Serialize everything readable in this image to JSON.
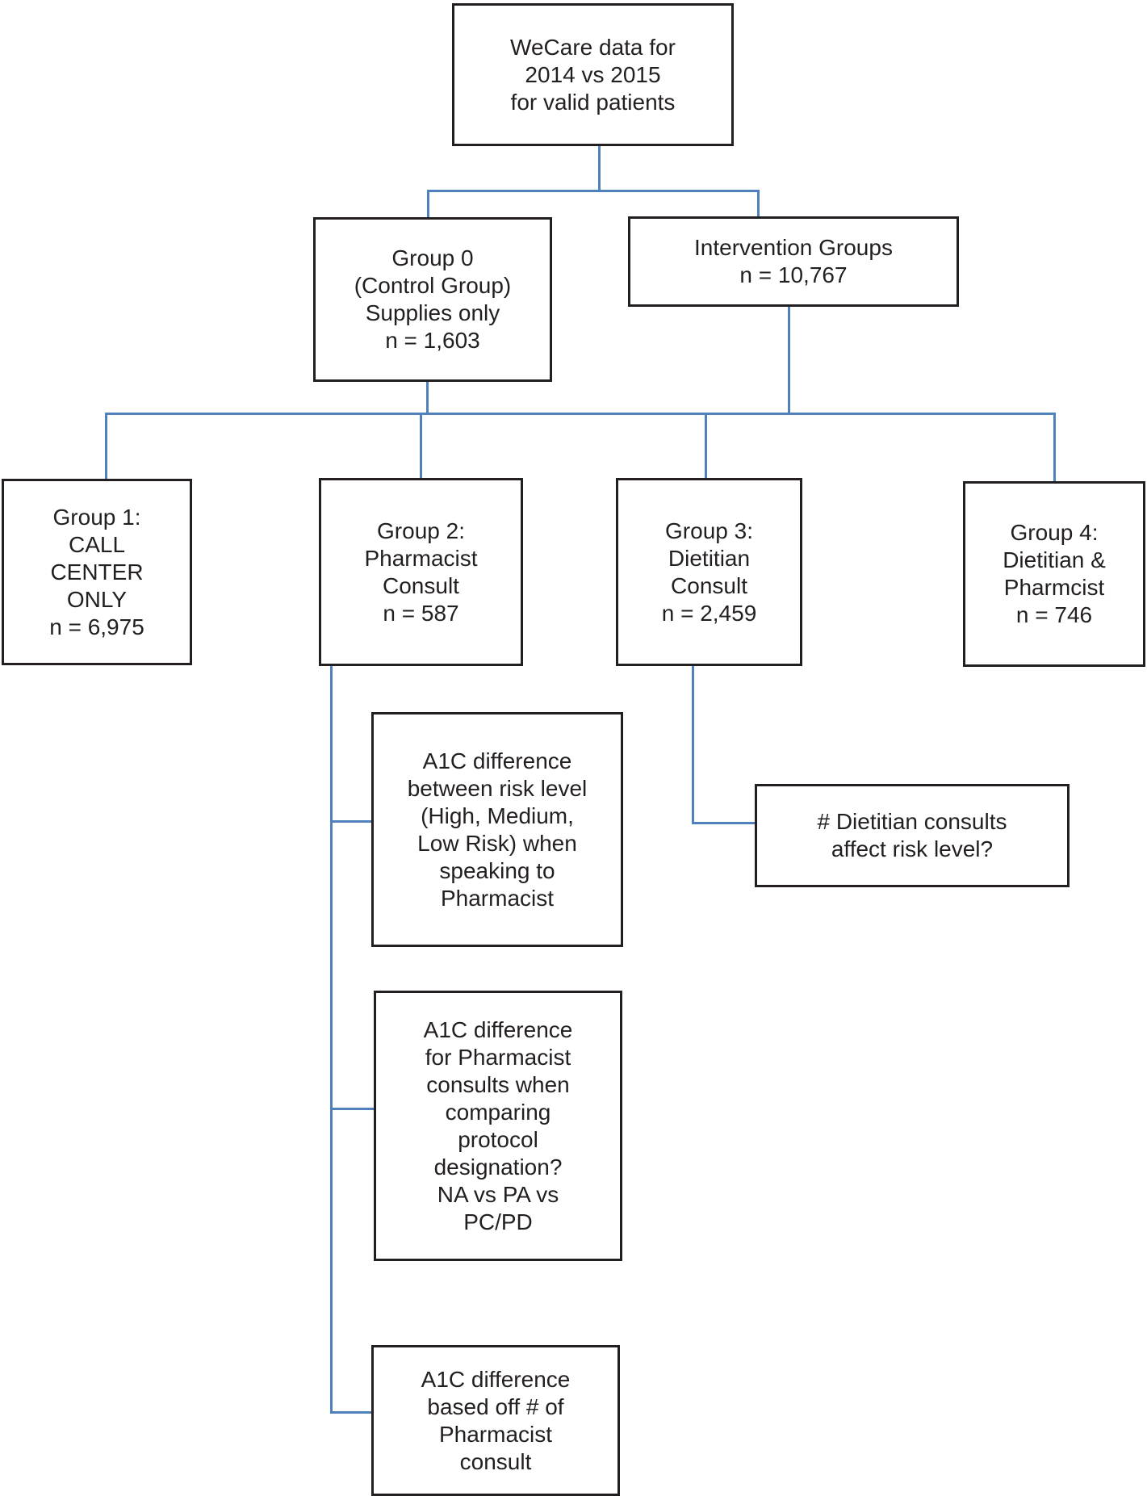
{
  "diagram": {
    "title": "WeCare data for 2014 vs 2015 for valid patients",
    "type": "flowchart"
  },
  "colors": {
    "connector_blue": "#4f81bd",
    "box_border": "#231f20",
    "text": "#231f20",
    "background": "#ffffff"
  },
  "nodes": {
    "root": {
      "id": "root",
      "text": "WeCare data for 2014 vs 2015 for valid patients",
      "text_lines": [
        "WeCare data for",
        "2014 vs 2015",
        "for valid patients"
      ]
    },
    "group0": {
      "id": "group0",
      "text": "Group 0 (Control Group) Supplies only n = 1,603",
      "text_lines": [
        "Group 0",
        "(Control Group)",
        "Supplies only",
        "n = 1,603"
      ],
      "n": "1,603"
    },
    "intervention": {
      "id": "intervention",
      "text": "Intervention Groups n = 10,767",
      "text_lines": [
        "Intervention Groups",
        "n = 10,767"
      ],
      "n": "10,767"
    },
    "group1": {
      "id": "group1",
      "text": "Group 1: CALL CENTER ONLY n = 6,975",
      "text_lines": [
        "Group 1:",
        "CALL",
        "CENTER",
        "ONLY",
        "n = 6,975"
      ],
      "n": "6,975"
    },
    "group2": {
      "id": "group2",
      "text": "Group 2: Pharmacist Consult n = 587",
      "text_lines": [
        "Group 2:",
        "Pharmacist",
        "Consult",
        "n = 587"
      ],
      "n": "587"
    },
    "group3": {
      "id": "group3",
      "text": "Group 3: Dietitian Consult n = 2,459",
      "text_lines": [
        "Group 3:",
        "Dietitian",
        "Consult",
        "n = 2,459"
      ],
      "n": "2,459"
    },
    "group4": {
      "id": "group4",
      "text": "Group 4: Dietitian & Pharmcist n = 746",
      "text_lines": [
        "Group 4:",
        "Dietitian &",
        "Pharmcist",
        "n = 746"
      ],
      "n": "746"
    },
    "q_risk_level": {
      "id": "q_risk_level",
      "text": "A1C difference between risk level (High, Medium, Low Risk) when speaking to Pharmacist",
      "text_lines": [
        "A1C difference",
        "between risk level",
        "(High, Medium,",
        "Low Risk) when",
        "speaking to",
        "Pharmacist"
      ]
    },
    "q_protocol": {
      "id": "q_protocol",
      "text": "A1C difference for Pharmacist consults when comparing protocol designation? NA vs PA vs PC/PD",
      "text_lines": [
        "A1C difference",
        "for Pharmacist",
        "consults when",
        "comparing",
        "protocol",
        "designation?",
        "NA vs PA vs",
        "PC/PD"
      ]
    },
    "q_num_consults": {
      "id": "q_num_consults",
      "text": "A1C difference based off # of Pharmacist consult",
      "text_lines": [
        "A1C difference",
        "based off # of",
        "Pharmacist",
        "consult"
      ]
    },
    "q_dietitian": {
      "id": "q_dietitian",
      "text": "# Dietitian consults affect risk level?",
      "text_lines": [
        "# Dietitian consults",
        "affect risk level?"
      ]
    }
  },
  "edges": [
    {
      "from": "root",
      "to": "group0"
    },
    {
      "from": "root",
      "to": "intervention"
    },
    {
      "from": "group0",
      "to": "level3-rail"
    },
    {
      "from": "intervention",
      "to": "level3-rail"
    },
    {
      "from": "level3-rail",
      "to": "group1"
    },
    {
      "from": "level3-rail",
      "to": "group2"
    },
    {
      "from": "level3-rail",
      "to": "group3"
    },
    {
      "from": "level3-rail",
      "to": "group4"
    },
    {
      "from": "group2",
      "to": "q_risk_level"
    },
    {
      "from": "group2",
      "to": "q_protocol"
    },
    {
      "from": "group2",
      "to": "q_num_consults"
    },
    {
      "from": "group3",
      "to": "q_dietitian"
    }
  ]
}
